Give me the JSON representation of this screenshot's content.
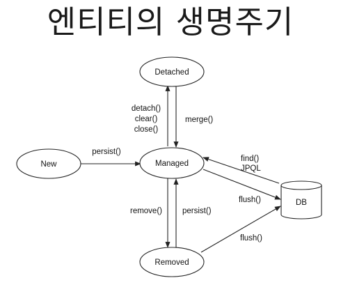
{
  "title": "엔티티의 생명주기",
  "nodes": {
    "detached": "Detached",
    "new": "New",
    "managed": "Managed",
    "removed": "Removed",
    "db": "DB"
  },
  "edges": {
    "detach": "detach()",
    "clear": "clear()",
    "close": "close()",
    "merge": "merge()",
    "persist_new": "persist()",
    "find": "find()",
    "jpql": "JPQL",
    "flush_managed": "flush()",
    "remove": "remove()",
    "persist_removed": "persist()",
    "flush_removed": "flush()"
  }
}
